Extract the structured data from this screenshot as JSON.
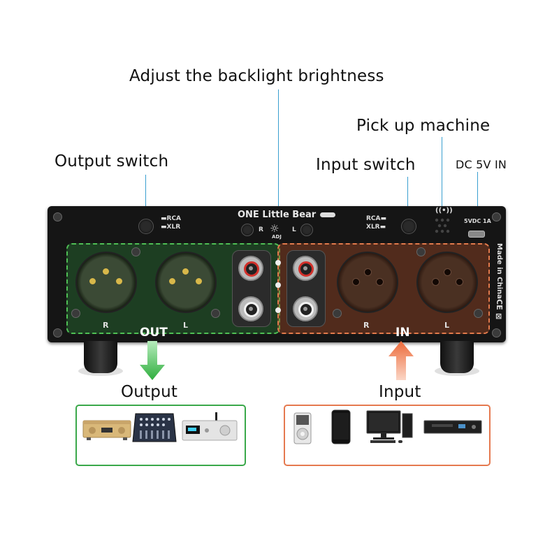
{
  "callouts": {
    "backlight": "Adjust the backlight brightness",
    "pickup": "Pick up machine",
    "output_switch": "Output switch",
    "input_switch": "Input switch",
    "dc": "DC 5V IN"
  },
  "panel": {
    "brand": "ONE Little Bear",
    "rca": "RCA",
    "xlr": "XLR",
    "adj_r": "R",
    "adj_l": "L",
    "adj": "ADJ",
    "power_spec": "5VDC  1A",
    "made_in": "Made in China",
    "ce": "CE",
    "out_r": "R",
    "out_l": "L",
    "in_r": "R",
    "in_l": "L"
  },
  "zones": {
    "out": "OUT",
    "in": "IN"
  },
  "sections": {
    "output": "Output",
    "input": "Input"
  },
  "colors": {
    "output_accent": "#3aa84a",
    "input_accent": "#e5794f",
    "leader": "#3a9fd0"
  },
  "devices": {
    "output": [
      "gold-amplifier",
      "mixing-console",
      "silver-dac"
    ],
    "input": [
      "mp3-player",
      "smartphone",
      "desktop-computer",
      "cd-player"
    ]
  }
}
